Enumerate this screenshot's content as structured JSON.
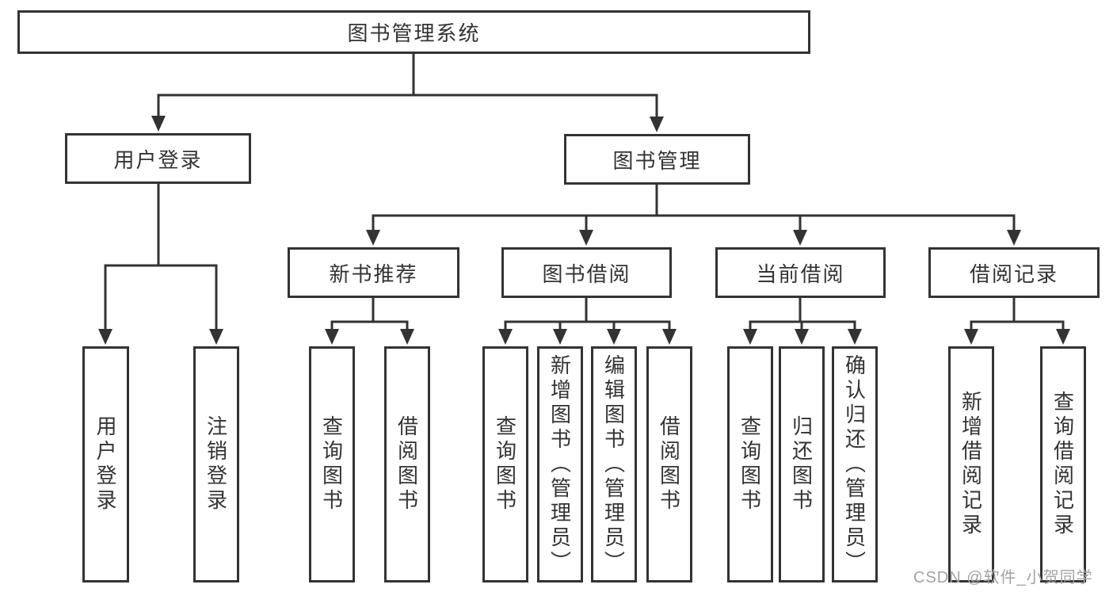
{
  "tree": {
    "root": {
      "label": "图书管理系统"
    },
    "branches": [
      {
        "label": "用户登录",
        "children": [
          {
            "label": "用户登录"
          },
          {
            "label": "注销登录"
          }
        ]
      },
      {
        "label": "图书管理",
        "children": [
          {
            "label": "新书推荐",
            "children": [
              {
                "label": "查询图书"
              },
              {
                "label": "借阅图书"
              }
            ]
          },
          {
            "label": "图书借阅",
            "children": [
              {
                "label": "查询图书"
              },
              {
                "label": "新增图书（管理员）"
              },
              {
                "label": "编辑图书（管理员）"
              },
              {
                "label": "借阅图书"
              }
            ]
          },
          {
            "label": "当前借阅",
            "children": [
              {
                "label": "查询图书"
              },
              {
                "label": "归还图书"
              },
              {
                "label": "确认归还（管理员）"
              }
            ]
          },
          {
            "label": "借阅记录",
            "children": [
              {
                "label": "新增借阅记录"
              },
              {
                "label": "查询借阅记录"
              }
            ]
          }
        ]
      }
    ]
  },
  "watermark": {
    "text": "CSDN @软件_小贺同学"
  },
  "colors": {
    "line": "#333333",
    "text": "#333333",
    "box_background": "#ffffff",
    "watermark": "#a3a3a3",
    "page_background": "#ffffff"
  }
}
